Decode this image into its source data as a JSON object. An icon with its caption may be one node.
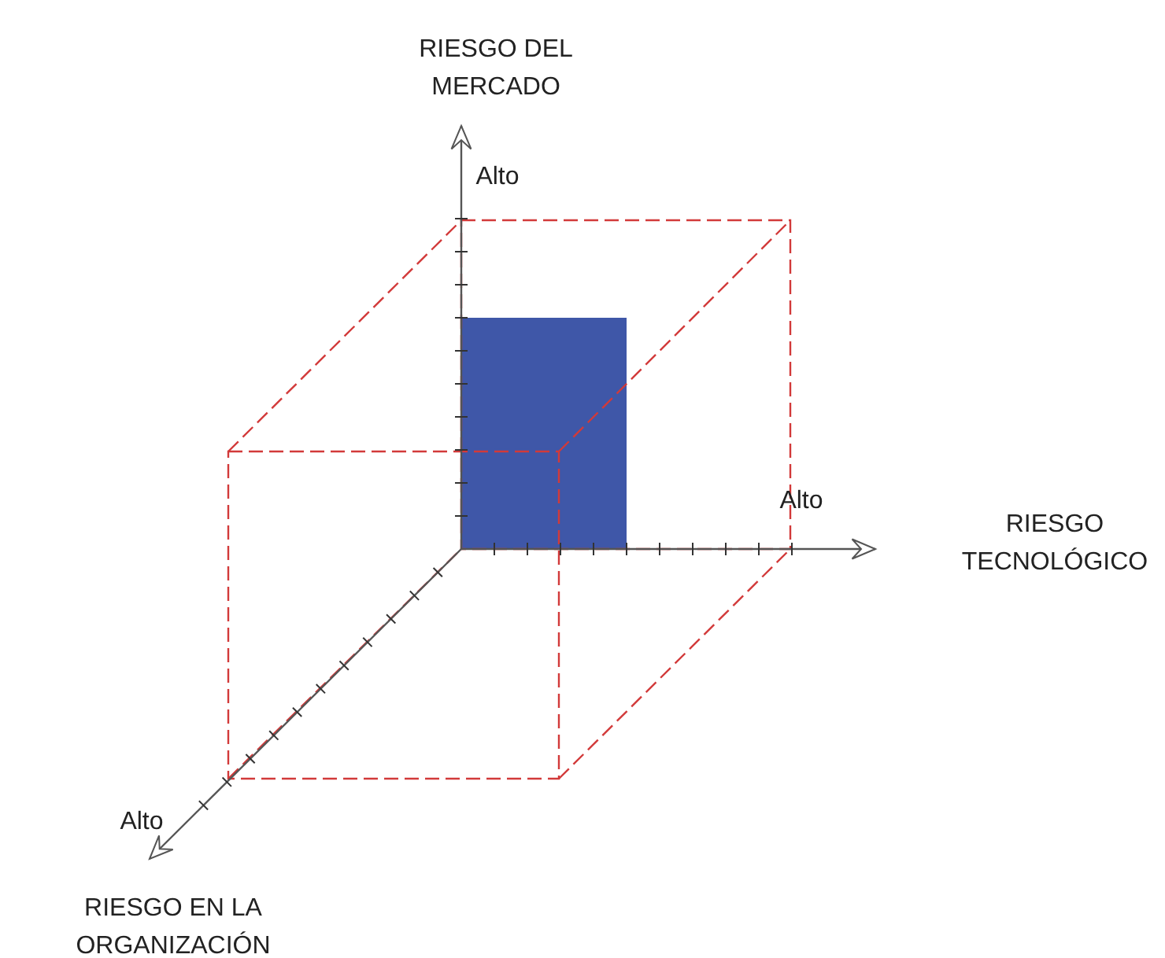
{
  "diagram": {
    "labels": [
      "RIESGO DEL MERCADO",
      "Alto",
      "Alto",
      "RIESGO TECNOLÓGICO",
      "Alto",
      "RIESGO EN LA ORGANIZACIÓN"
    ]
  }
}
